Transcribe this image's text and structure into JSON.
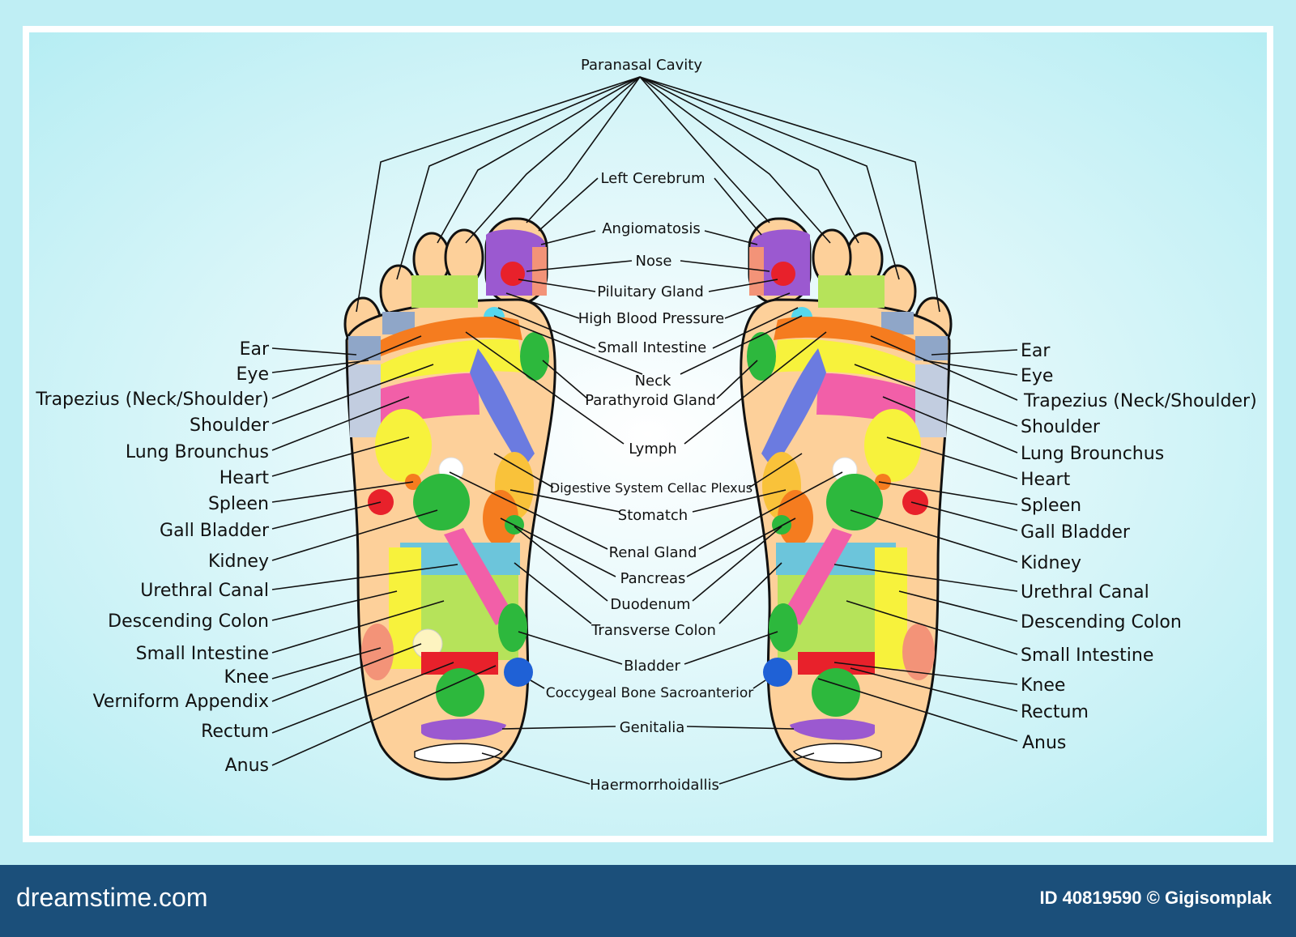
{
  "diagram": {
    "center_labels": {
      "paranasal": "Paranasal Cavity",
      "left_cerebrum": "Left Cerebrum",
      "angiomatosis": "Angiomatosis",
      "nose": "Nose",
      "pituitary": "Piluitary Gland",
      "high_bp": "High Blood Pressure",
      "small_intestine": "Small Intestine",
      "neck": "Neck",
      "parathyroid": "Parathyroid Gland",
      "lymph": "Lymph",
      "digestive": "Digestive System Cellac Plexus",
      "stomach": "Stomatch",
      "renal": "Renal Gland",
      "pancreas": "Pancreas",
      "duodenum": "Duodenum",
      "transverse": "Transverse Colon",
      "bladder": "Bladder",
      "coccygeal": "Coccygeal Bone Sacroanterior",
      "genitalia": "Genitalia",
      "haemorrhoidallis": "Haermorrhoidallis"
    },
    "left_labels": {
      "ear": "Ear",
      "eye": "Eye",
      "trapezius": "Trapezius (Neck/Shoulder)",
      "shoulder": "Shoulder",
      "lung": "Lung Brounchus",
      "heart": "Heart",
      "spleen": "Spleen",
      "gall": "Gall Bladder",
      "kidney": "Kidney",
      "urethral": "Urethral Canal",
      "descending": "Descending Colon",
      "small_intestine": "Small Intestine",
      "knee": "Knee",
      "appendix": "Verniform Appendix",
      "rectum": "Rectum",
      "anus": "Anus"
    },
    "right_labels": {
      "ear": "Ear",
      "eye": "Eye",
      "trapezius": "Trapezius (Neck/Shoulder)",
      "shoulder": "Shoulder",
      "lung": "Lung Brounchus",
      "heart": "Heart",
      "spleen": "Spleen",
      "gall": "Gall Bladder",
      "kidney": "Kidney",
      "urethral": "Urethral Canal",
      "descending": "Descending Colon",
      "small_intestine": "Small Intestine",
      "knee": "Knee",
      "rectum": "Rectum",
      "anus": "Anus"
    },
    "colors": {
      "skin": "#fdd09a",
      "purple": "#9b59d0",
      "red": "#e8212b",
      "green": "#2db83d",
      "lime": "#b6e35a",
      "yellow": "#f7f23c",
      "pink": "#f25fa8",
      "blue": "#6b7be0",
      "orange": "#f57c1f",
      "cyan": "#55d7ee",
      "steel": "#8fa6c8",
      "salmon": "#f39378"
    }
  },
  "footer": {
    "brand": "dreamstime.com",
    "image_id": "ID 40819590 © Gigisomplak"
  }
}
